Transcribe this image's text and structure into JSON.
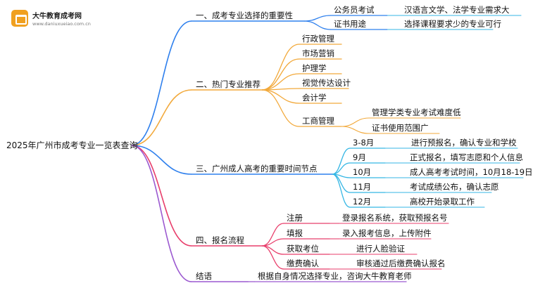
{
  "logo": {
    "name": "大牛教育成考网",
    "url": "www.daniuxueiao.com.cn"
  },
  "root": "2025年广州市成考专业一览表查询",
  "colors": {
    "blue": "#2f80ed",
    "orange": "#f2a93b",
    "cyan": "#34b6e4",
    "red": "#e83e6b",
    "pink": "#e04c9b",
    "purple": "#9b59d0"
  },
  "branches": [
    {
      "label": "一、成考专业选择的重要性",
      "color": "blue",
      "children": [
        {
          "label": "公务员考试",
          "children": [
            {
              "label": "汉语言文学、法学专业需求大"
            }
          ]
        },
        {
          "label": "证书用途",
          "children": [
            {
              "label": "选择课程要求少的专业可行"
            }
          ]
        }
      ]
    },
    {
      "label": "二、热门专业推荐",
      "color": "orange",
      "children": [
        {
          "label": "行政管理"
        },
        {
          "label": "市场营销"
        },
        {
          "label": "护理学"
        },
        {
          "label": "视觉传达设计"
        },
        {
          "label": "会计学"
        },
        {
          "label": "工商管理",
          "children": [
            {
              "label": "管理学类专业考试难度低"
            },
            {
              "label": "证书使用范围广"
            }
          ]
        }
      ]
    },
    {
      "label": "三、广州成人高考的重要时间节点",
      "color": "cyan",
      "children": [
        {
          "label": "3-8月",
          "children": [
            {
              "label": "进行预报名，确认专业和学校"
            }
          ]
        },
        {
          "label": "9月",
          "children": [
            {
              "label": "正式报名，填写志愿和个人信息"
            }
          ]
        },
        {
          "label": "10月",
          "children": [
            {
              "label": "成人高考考试时间，10月18-19日"
            }
          ]
        },
        {
          "label": "11月",
          "children": [
            {
              "label": "考试成绩公布，确认志愿"
            }
          ]
        },
        {
          "label": "12月",
          "children": [
            {
              "label": "高校开始录取工作"
            }
          ]
        }
      ]
    },
    {
      "label": "四、报名流程",
      "color": "red",
      "children": [
        {
          "label": "注册",
          "children": [
            {
              "label": "登录报名系统，获取预报名号"
            }
          ]
        },
        {
          "label": "填报",
          "children": [
            {
              "label": "录入报考信息，上传附件"
            }
          ]
        },
        {
          "label": "获取考位",
          "children": [
            {
              "label": "进行人脸验证"
            }
          ]
        },
        {
          "label": "缴费确认",
          "children": [
            {
              "label": "审核通过后缴费确认报名"
            }
          ]
        }
      ]
    },
    {
      "label": "结语",
      "color": "purple",
      "children": [
        {
          "label": "根据自身情况选择专业，咨询大牛教育老师"
        }
      ]
    }
  ]
}
